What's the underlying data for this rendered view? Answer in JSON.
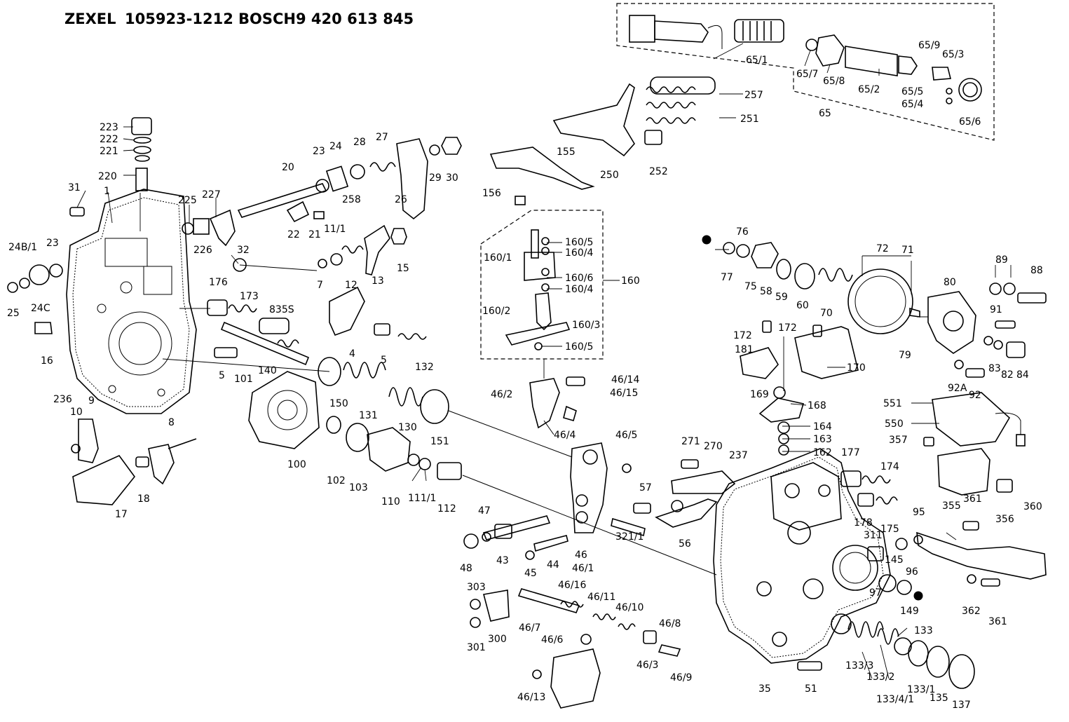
{
  "header": {
    "maker1": "ZEXEL",
    "number1": "105923-1212",
    "maker2": "BOSCH",
    "number2": "9 420 613 845"
  },
  "labels": [
    {
      "id": "p223",
      "text": "223"
    },
    {
      "id": "p222",
      "text": "222"
    },
    {
      "id": "p221",
      "text": "221"
    },
    {
      "id": "p220",
      "text": "220"
    },
    {
      "id": "p31",
      "text": "31"
    },
    {
      "id": "p1",
      "text": "1"
    },
    {
      "id": "p225",
      "text": "225"
    },
    {
      "id": "p227",
      "text": "227"
    },
    {
      "id": "p226",
      "text": "226"
    },
    {
      "id": "p248_1",
      "text": "24B/1"
    },
    {
      "id": "p23a",
      "text": "23"
    },
    {
      "id": "p25",
      "text": "25"
    },
    {
      "id": "p24c",
      "text": "24C"
    },
    {
      "id": "p16",
      "text": "16"
    },
    {
      "id": "p32",
      "text": "32"
    },
    {
      "id": "p20",
      "text": "20"
    },
    {
      "id": "p23b",
      "text": "23"
    },
    {
      "id": "p24",
      "text": "24"
    },
    {
      "id": "p28",
      "text": "28"
    },
    {
      "id": "p27",
      "text": "27"
    },
    {
      "id": "p258",
      "text": "258"
    },
    {
      "id": "p26",
      "text": "26"
    },
    {
      "id": "p29",
      "text": "29"
    },
    {
      "id": "p30",
      "text": "30"
    },
    {
      "id": "p22",
      "text": "22"
    },
    {
      "id": "p21",
      "text": "21"
    },
    {
      "id": "p11_1",
      "text": "11/1"
    },
    {
      "id": "p7",
      "text": "7"
    },
    {
      "id": "p12",
      "text": "12"
    },
    {
      "id": "p13",
      "text": "13"
    },
    {
      "id": "p15",
      "text": "15"
    },
    {
      "id": "p176",
      "text": "176"
    },
    {
      "id": "p173",
      "text": "173"
    },
    {
      "id": "p835s",
      "text": "835S"
    },
    {
      "id": "p140",
      "text": "140"
    },
    {
      "id": "p5a",
      "text": "5"
    },
    {
      "id": "p101",
      "text": "101"
    },
    {
      "id": "p236",
      "text": "236"
    },
    {
      "id": "p4",
      "text": "4"
    },
    {
      "id": "p5b",
      "text": "5"
    },
    {
      "id": "p132",
      "text": "132"
    },
    {
      "id": "p150",
      "text": "150"
    },
    {
      "id": "p131",
      "text": "131"
    },
    {
      "id": "p130",
      "text": "130"
    },
    {
      "id": "p151",
      "text": "151"
    },
    {
      "id": "p9",
      "text": "9"
    },
    {
      "id": "p10",
      "text": "10"
    },
    {
      "id": "p8",
      "text": "8"
    },
    {
      "id": "p18",
      "text": "18"
    },
    {
      "id": "p17",
      "text": "17"
    },
    {
      "id": "p100",
      "text": "100"
    },
    {
      "id": "p102",
      "text": "102"
    },
    {
      "id": "p103",
      "text": "103"
    },
    {
      "id": "p110",
      "text": "110"
    },
    {
      "id": "p111_1",
      "text": "111/1"
    },
    {
      "id": "p112",
      "text": "112"
    },
    {
      "id": "p155",
      "text": "155"
    },
    {
      "id": "p156",
      "text": "156"
    },
    {
      "id": "p250",
      "text": "250"
    },
    {
      "id": "p252",
      "text": "252"
    },
    {
      "id": "p257",
      "text": "257"
    },
    {
      "id": "p251",
      "text": "251"
    },
    {
      "id": "p65_1",
      "text": "65/1"
    },
    {
      "id": "p65_7",
      "text": "65/7"
    },
    {
      "id": "p65_8",
      "text": "65/8"
    },
    {
      "id": "p65_2",
      "text": "65/2"
    },
    {
      "id": "p65",
      "text": "65"
    },
    {
      "id": "p65_9",
      "text": "65/9"
    },
    {
      "id": "p65_3",
      "text": "65/3"
    },
    {
      "id": "p65_5",
      "text": "65/5"
    },
    {
      "id": "p65_4",
      "text": "65/4"
    },
    {
      "id": "p65_6",
      "text": "65/6"
    },
    {
      "id": "p160_5a",
      "text": "160/5"
    },
    {
      "id": "p160_4a",
      "text": "160/4"
    },
    {
      "id": "p160_1",
      "text": "160/1"
    },
    {
      "id": "p160_6",
      "text": "160/6"
    },
    {
      "id": "p160_4b",
      "text": "160/4"
    },
    {
      "id": "p160",
      "text": "160"
    },
    {
      "id": "p160_2",
      "text": "160/2"
    },
    {
      "id": "p160_3",
      "text": "160/3"
    },
    {
      "id": "p160_5b",
      "text": "160/5"
    },
    {
      "id": "p46_2",
      "text": "46/2"
    },
    {
      "id": "p46_14",
      "text": "46/14"
    },
    {
      "id": "p46_15",
      "text": "46/15"
    },
    {
      "id": "p46_4",
      "text": "46/4"
    },
    {
      "id": "p46_5",
      "text": "46/5"
    },
    {
      "id": "p47",
      "text": "47"
    },
    {
      "id": "p48",
      "text": "48"
    },
    {
      "id": "p43",
      "text": "43"
    },
    {
      "id": "p44",
      "text": "44"
    },
    {
      "id": "p45",
      "text": "45"
    },
    {
      "id": "p46",
      "text": "46"
    },
    {
      "id": "p46_1",
      "text": "46/1"
    },
    {
      "id": "p321_1",
      "text": "321/1"
    },
    {
      "id": "p303",
      "text": "303"
    },
    {
      "id": "p301",
      "text": "301"
    },
    {
      "id": "p300",
      "text": "300"
    },
    {
      "id": "p46_7",
      "text": "46/7"
    },
    {
      "id": "p46_16",
      "text": "46/16"
    },
    {
      "id": "p46_11",
      "text": "46/11"
    },
    {
      "id": "p46_10",
      "text": "46/10"
    },
    {
      "id": "p46_6",
      "text": "46/6"
    },
    {
      "id": "p46_8",
      "text": "46/8"
    },
    {
      "id": "p46_3",
      "text": "46/3"
    },
    {
      "id": "p46_9",
      "text": "46/9"
    },
    {
      "id": "p46_13",
      "text": "46/13"
    },
    {
      "id": "p77",
      "text": "77"
    },
    {
      "id": "p76",
      "text": "76"
    },
    {
      "id": "p75",
      "text": "75"
    },
    {
      "id": "p58",
      "text": "58"
    },
    {
      "id": "p59",
      "text": "59"
    },
    {
      "id": "p60",
      "text": "60"
    },
    {
      "id": "p70",
      "text": "70"
    },
    {
      "id": "p72",
      "text": "72"
    },
    {
      "id": "p71",
      "text": "71"
    },
    {
      "id": "p79",
      "text": "79"
    },
    {
      "id": "p80",
      "text": "80"
    },
    {
      "id": "p89",
      "text": "89"
    },
    {
      "id": "p88",
      "text": "88"
    },
    {
      "id": "p91",
      "text": "91"
    },
    {
      "id": "p83",
      "text": "83"
    },
    {
      "id": "p82",
      "text": "82"
    },
    {
      "id": "p84",
      "text": "84"
    },
    {
      "id": "p92a",
      "text": "92A"
    },
    {
      "id": "p92",
      "text": "92"
    },
    {
      "id": "p172a",
      "text": "172"
    },
    {
      "id": "p172b",
      "text": "172"
    },
    {
      "id": "p181",
      "text": "181"
    },
    {
      "id": "p170",
      "text": "170"
    },
    {
      "id": "p169",
      "text": "169"
    },
    {
      "id": "p168",
      "text": "168"
    },
    {
      "id": "p164",
      "text": "164"
    },
    {
      "id": "p163",
      "text": "163"
    },
    {
      "id": "p162",
      "text": "162"
    },
    {
      "id": "p551",
      "text": "551"
    },
    {
      "id": "p550",
      "text": "550"
    },
    {
      "id": "p357",
      "text": "357"
    },
    {
      "id": "p271",
      "text": "271"
    },
    {
      "id": "p270",
      "text": "270"
    },
    {
      "id": "p237",
      "text": "237"
    },
    {
      "id": "p57",
      "text": "57"
    },
    {
      "id": "p56",
      "text": "56"
    },
    {
      "id": "p177",
      "text": "177"
    },
    {
      "id": "p174",
      "text": "174"
    },
    {
      "id": "p178",
      "text": "178"
    },
    {
      "id": "p175",
      "text": "175"
    },
    {
      "id": "p311",
      "text": "311"
    },
    {
      "id": "p95",
      "text": "95"
    },
    {
      "id": "p145",
      "text": "145"
    },
    {
      "id": "p96",
      "text": "96"
    },
    {
      "id": "p97",
      "text": "97"
    },
    {
      "id": "p149",
      "text": "149"
    },
    {
      "id": "p355",
      "text": "355"
    },
    {
      "id": "p361a",
      "text": "361"
    },
    {
      "id": "p356",
      "text": "356"
    },
    {
      "id": "p360",
      "text": "360"
    },
    {
      "id": "p362",
      "text": "362"
    },
    {
      "id": "p361b",
      "text": "361"
    },
    {
      "id": "p35",
      "text": "35"
    },
    {
      "id": "p51",
      "text": "51"
    },
    {
      "id": "p133",
      "text": "133"
    },
    {
      "id": "p133_3",
      "text": "133/3"
    },
    {
      "id": "p133_2",
      "text": "133/2"
    },
    {
      "id": "p133_4_1",
      "text": "133/4/1"
    },
    {
      "id": "p133_1",
      "text": "133/1"
    },
    {
      "id": "p135",
      "text": "135"
    },
    {
      "id": "p137",
      "text": "137"
    }
  ]
}
